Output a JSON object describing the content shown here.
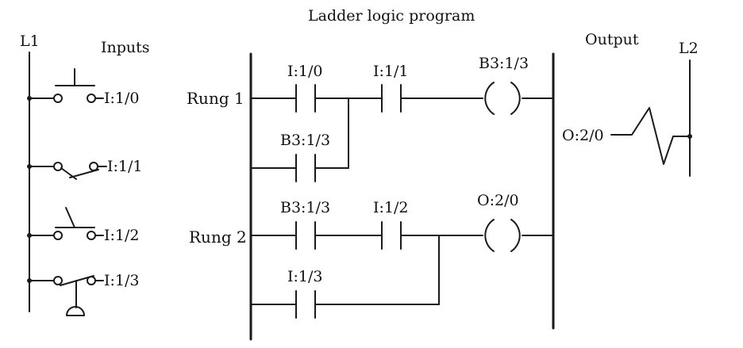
{
  "diagram": {
    "title": "Ladder logic program",
    "inputs_heading": "Inputs",
    "output_heading": "Output",
    "rails": {
      "left_power": "L1",
      "right_power": "L2"
    },
    "inputs": [
      {
        "address": "I:1/0",
        "device": "pushbutton-icon"
      },
      {
        "address": "I:1/1",
        "device": "limit-switch-icon"
      },
      {
        "address": "I:1/2",
        "device": "toggle-switch-icon"
      },
      {
        "address": "I:1/3",
        "device": "foot-switch-icon"
      }
    ],
    "rungs": [
      {
        "label": "Rung 1",
        "contact_a": "I:1/0",
        "contact_b": "I:1/1",
        "branch_contact": "B3:1/3",
        "coil": "B3:1/3"
      },
      {
        "label": "Rung 2",
        "contact_a": "B3:1/3",
        "contact_b": "I:1/2",
        "branch_contact": "I:1/3",
        "coil": "O:2/0"
      }
    ],
    "output_device": {
      "address": "O:2/0",
      "device": "heater-element-icon"
    }
  }
}
